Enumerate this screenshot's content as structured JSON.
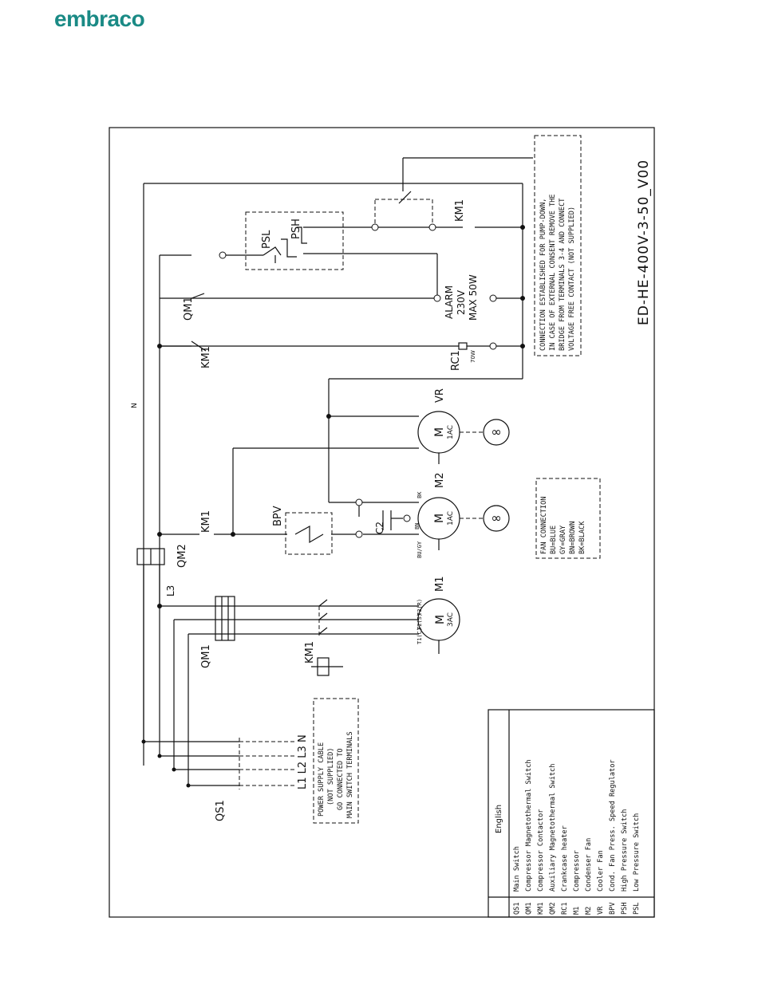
{
  "brand": {
    "logo_text": "embraco",
    "logo_color": "#1a8a85"
  },
  "drawing": {
    "code": "ED-HE-400V-3-50_V00",
    "notes": {
      "pump_down": [
        "CONNECTION ESTABLISHED FOR PUMP-DOWN,",
        "IN CASE OF EXTERNAL CONSENT REMOVE THE",
        "BRIDGE FROM TERMINALS 3-4 AND CONNECT",
        "VOLTAGE FREE CONTACT (NOT SUPPLIED)"
      ],
      "fan_connection": [
        "FAN CONNECTION",
        "BU=BLUE",
        "GY=GRAY",
        "BN=BROWN",
        "BK=BLACK"
      ],
      "power_supply": [
        "POWER SUPPLY CABLE",
        "(NOT SUPPLIED)",
        "GO CONNECTED TO",
        "MAIN SWITCH TERMINALS"
      ]
    },
    "labels": {
      "QS1": "QS1",
      "QM1": "QM1",
      "QM2": "QM2",
      "KM1": "KM1",
      "L3": "L3",
      "N": "N",
      "M1": "M1",
      "M2": "M2",
      "VR": "VR",
      "BPV": "BPV",
      "C2": "C2",
      "RC1": "RC1",
      "PSL": "PSL",
      "PSH": "PSH",
      "alarm": [
        "ALARM",
        "230V",
        "MAX 50W"
      ],
      "rc1_power": "70W",
      "m1_text": [
        "M",
        "3AC"
      ],
      "m_text": [
        "M",
        "1AC"
      ],
      "supply_lines": "L1 L2 L3 N",
      "m1_terms": [
        "T1(C)",
        "T2(S)",
        "T3(R)"
      ],
      "m2_terms": [
        "BU/GY",
        "BN",
        "BK"
      ]
    },
    "legend": {
      "header": "English",
      "rows": [
        [
          "QS1",
          "Main Switch"
        ],
        [
          "QM1",
          "Compressor Magnetothermal Switch"
        ],
        [
          "KM1",
          "Compressor Contactor"
        ],
        [
          "QM2",
          "Auxiliary Magnetothermal Switch"
        ],
        [
          "RC1",
          "Crankcase heater"
        ],
        [
          "M1",
          "Compressor"
        ],
        [
          "M2",
          "Condenser Fan"
        ],
        [
          "VR",
          "Cooler Fan"
        ],
        [
          "BPV",
          "Cond. Fan Press. Speed Regulator"
        ],
        [
          "PSH",
          "High Pressure Switch"
        ],
        [
          "PSL",
          "Low Pressure Switch"
        ]
      ]
    }
  }
}
